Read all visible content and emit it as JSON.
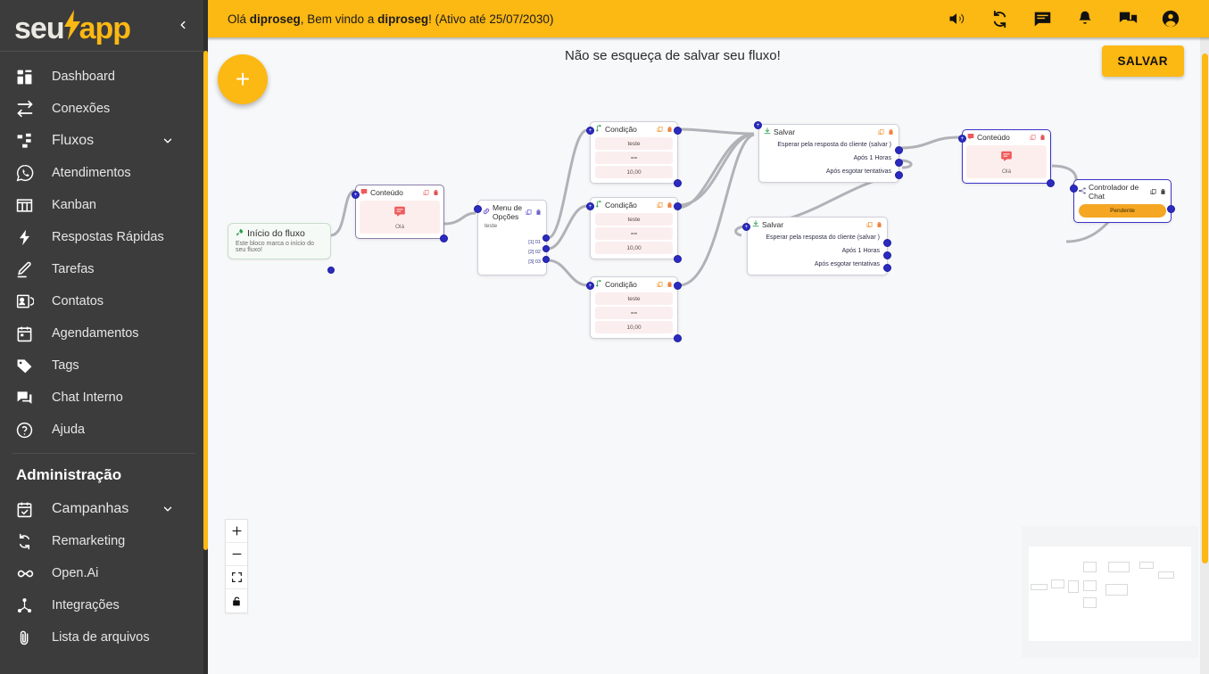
{
  "brand": {
    "name_part1": "seu",
    "name_part2": "app",
    "collapse_icon": "chevron-left-icon"
  },
  "sidebar": {
    "items": [
      {
        "label": "Dashboard",
        "icon": "dashboard-icon"
      },
      {
        "label": "Conexões",
        "icon": "swap-horiz-icon"
      },
      {
        "label": "Fluxos",
        "icon": "account-tree-icon",
        "expandable": true
      },
      {
        "label": "Atendimentos",
        "icon": "whatsapp-icon"
      },
      {
        "label": "Kanban",
        "icon": "view-column-icon"
      },
      {
        "label": "Respostas Rápidas",
        "icon": "flash-icon"
      },
      {
        "label": "Tarefas",
        "icon": "edit-icon"
      },
      {
        "label": "Contatos",
        "icon": "contacts-icon"
      },
      {
        "label": "Agendamentos",
        "icon": "calendar-icon"
      },
      {
        "label": "Tags",
        "icon": "tag-icon"
      },
      {
        "label": "Chat Interno",
        "icon": "forum-icon"
      },
      {
        "label": "Ajuda",
        "icon": "help-circle-icon"
      }
    ],
    "section_title": "Administração",
    "admin_items": [
      {
        "label": "Campanhas",
        "icon": "event-available-icon",
        "expandable": true
      },
      {
        "label": "Remarketing",
        "icon": "sync-icon"
      },
      {
        "label": "Open.Ai",
        "icon": "infinity-icon"
      },
      {
        "label": "Integrações",
        "icon": "hub-icon"
      },
      {
        "label": "Lista de arquivos",
        "icon": "attachment-icon"
      }
    ]
  },
  "header": {
    "greeting_prefix": "Olá ",
    "user": "diproseg",
    "greeting_middle": ", Bem vindo a ",
    "company": "diproseg",
    "greeting_suffix": "! (Ativo até 25/07/2030)",
    "icons": [
      {
        "name": "volume-icon"
      },
      {
        "name": "sync-icon"
      },
      {
        "name": "chat-icon"
      },
      {
        "name": "bell-icon"
      },
      {
        "name": "forum-icon"
      },
      {
        "name": "account-circle-icon"
      }
    ]
  },
  "canvas": {
    "add_button_label": "+",
    "save_reminder": "Não se esqueça de salvar seu fluxo!",
    "save_button": "SALVAR",
    "controls": [
      {
        "name": "zoom-in-control",
        "label": "+"
      },
      {
        "name": "zoom-out-control",
        "label": "−"
      },
      {
        "name": "fit-view-control",
        "label": "fit"
      },
      {
        "name": "lock-control",
        "label": "lock"
      }
    ]
  },
  "flow": {
    "start_node": {
      "title": "Início do fluxo",
      "description": "Este bloco marca o início do seu fluxo!",
      "icon": "rocket-icon"
    },
    "content_node_1": {
      "title": "Conteúdo",
      "message": "Olá",
      "icon": "message-icon"
    },
    "content_node_2": {
      "title": "Conteúdo",
      "message": "Olá",
      "icon": "message-icon"
    },
    "menu_node": {
      "title": "Menu de Opções",
      "icon": "link-icon",
      "subtitle": "teste",
      "options": [
        "[1] 01",
        "[2] 02",
        "[3] 03"
      ]
    },
    "condition_nodes": [
      {
        "title": "Condição",
        "icon": "branch-icon",
        "rows": [
          "teste",
          "==",
          "10,00"
        ]
      },
      {
        "title": "Condição",
        "icon": "branch-icon",
        "rows": [
          "teste",
          "==",
          "10,00"
        ]
      },
      {
        "title": "Condição",
        "icon": "branch-icon",
        "rows": [
          "teste",
          "==",
          "10,00"
        ]
      }
    ],
    "save_nodes": [
      {
        "title": "Salvar",
        "icon": "download-icon",
        "rows": [
          "Esperar pela resposta do cliente (salvar )",
          "Após 1 Horas",
          "Após esgotar tentativas"
        ]
      },
      {
        "title": "Salvar",
        "icon": "download-icon",
        "rows": [
          "Esperar pela resposta do cliente (salvar )",
          "Após 1 Horas",
          "Após esgotar tentativas"
        ]
      }
    ],
    "chat_controller_node": {
      "title": "Controlador de Chat",
      "icon": "hub-icon",
      "status": "Pendente"
    },
    "node_actions": {
      "copy": "copy-icon",
      "delete": "trash-icon"
    }
  },
  "colors": {
    "brand_yellow": "#fcb813",
    "sidebar_bg": "#3c3c3c",
    "canvas_bg": "#f7f8fa",
    "handle_blue": "#2b2bc0",
    "status_orange": "#f5a623",
    "content_pink": "#fdeeee",
    "start_green": "#f5faf6"
  }
}
